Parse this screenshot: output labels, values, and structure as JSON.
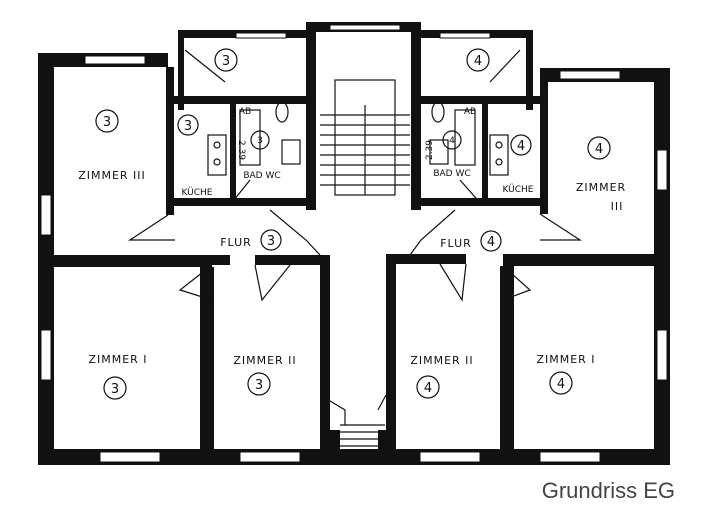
{
  "caption": "Grundriss EG",
  "rooms": {
    "left_z3": {
      "label": "ZIMMER III",
      "unit": "3"
    },
    "left_z1": {
      "label": "ZIMMER I",
      "unit": "3"
    },
    "left_z2": {
      "label": "ZIMMER II",
      "unit": "3"
    },
    "left_kueche": {
      "label": "KÜCHE",
      "unit": "3"
    },
    "left_bad": {
      "label": "BAD WC",
      "unit": "3"
    },
    "left_ab": {
      "label": "AB"
    },
    "left_flur": {
      "label": "FLUR",
      "unit": "3"
    },
    "left_balcony_unit": "3",
    "right_z3": {
      "label_line1": "ZIMMER",
      "label_line2": "III",
      "unit": "4"
    },
    "right_z1": {
      "label": "ZIMMER I",
      "unit": "4"
    },
    "right_z2": {
      "label": "ZIMMER II",
      "unit": "4"
    },
    "right_kueche": {
      "label": "KÜCHE",
      "unit": "4"
    },
    "right_bad": {
      "label": "BAD WC",
      "unit": "4"
    },
    "right_ab": {
      "label": "AB"
    },
    "right_flur": {
      "label": "FLUR",
      "unit": "4"
    },
    "right_balcony_unit": "4",
    "dim_left": "2.39",
    "dim_right": "2.39"
  }
}
